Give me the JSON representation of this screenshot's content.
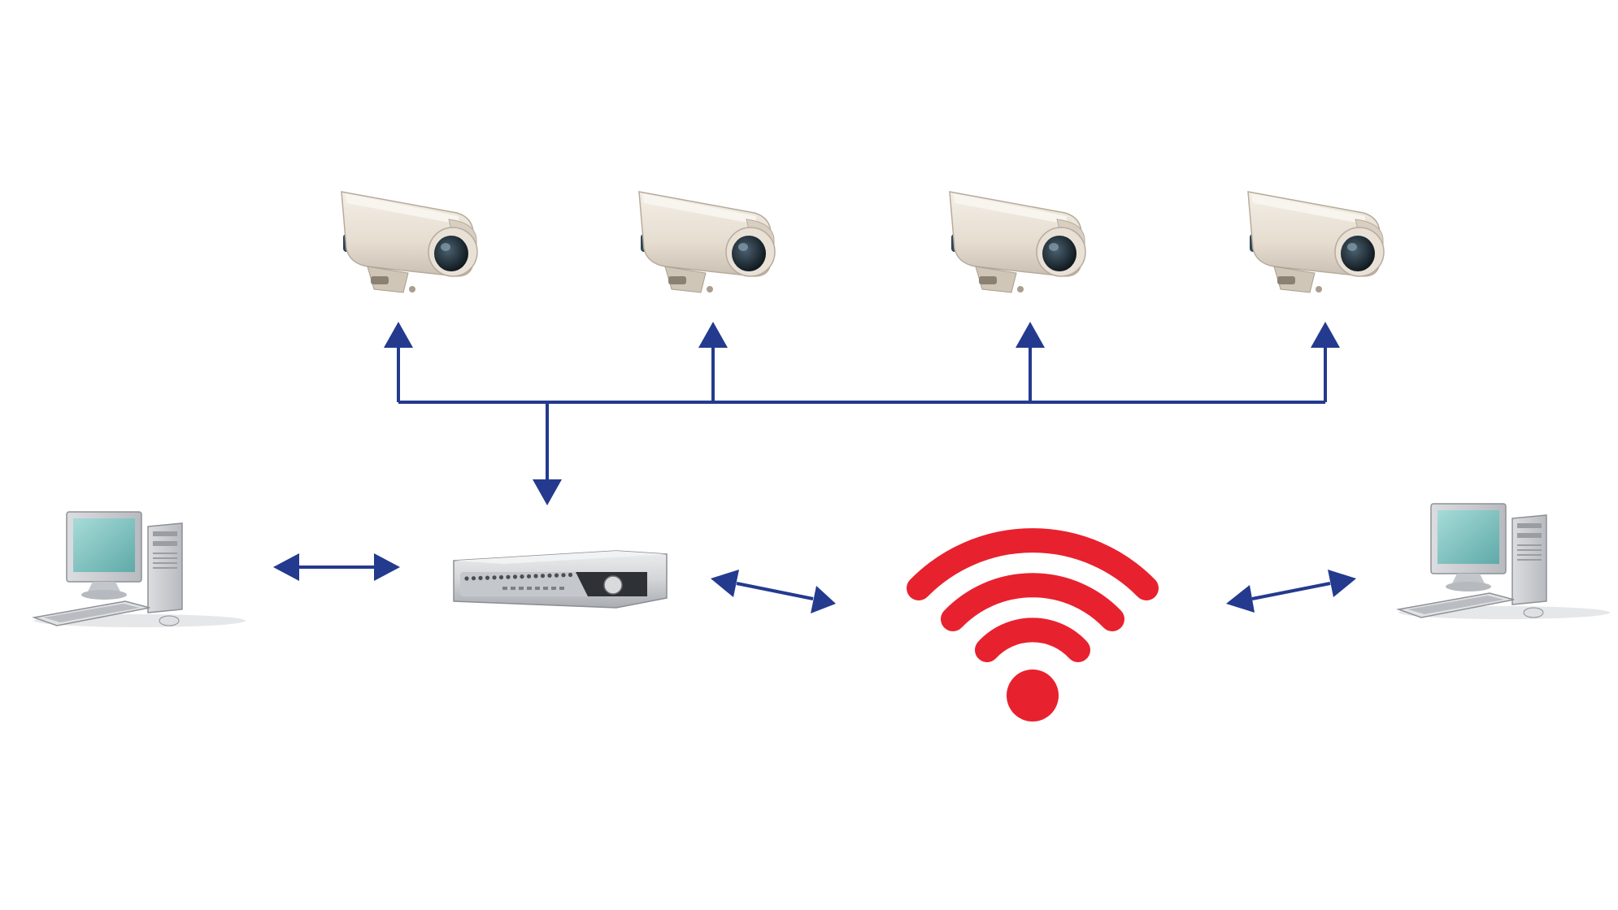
{
  "diagram": {
    "colors": {
      "background": "#ffffff",
      "connector": "#233a8e",
      "wifi": "#e8212e",
      "camera_body": "#e9e1d6",
      "camera_shade": "#c9bfb2",
      "lens": "#1e2a33",
      "monitor_screen": "#7fc2c0",
      "device_body": "#d7d8da",
      "device_dark": "#2e3136"
    },
    "nodes": [
      {
        "id": "camera-1",
        "icon": "cctv-camera-icon"
      },
      {
        "id": "camera-2",
        "icon": "cctv-camera-icon"
      },
      {
        "id": "camera-3",
        "icon": "cctv-camera-icon"
      },
      {
        "id": "camera-4",
        "icon": "cctv-camera-icon"
      },
      {
        "id": "dvr",
        "icon": "dvr-recorder-icon"
      },
      {
        "id": "wifi",
        "icon": "wifi-icon"
      },
      {
        "id": "pc-left",
        "icon": "desktop-computer-icon"
      },
      {
        "id": "pc-right",
        "icon": "desktop-computer-icon"
      }
    ],
    "edges": [
      {
        "from": "dvr",
        "to": "camera-1",
        "arrows": "end"
      },
      {
        "from": "dvr",
        "to": "camera-2",
        "arrows": "end"
      },
      {
        "from": "dvr",
        "to": "camera-3",
        "arrows": "end"
      },
      {
        "from": "dvr",
        "to": "camera-4",
        "arrows": "end"
      },
      {
        "from": "camera-bus",
        "to": "dvr",
        "arrows": "end"
      },
      {
        "from": "pc-left",
        "to": "dvr",
        "arrows": "both"
      },
      {
        "from": "dvr",
        "to": "wifi",
        "arrows": "both"
      },
      {
        "from": "wifi",
        "to": "pc-right",
        "arrows": "both"
      }
    ]
  }
}
